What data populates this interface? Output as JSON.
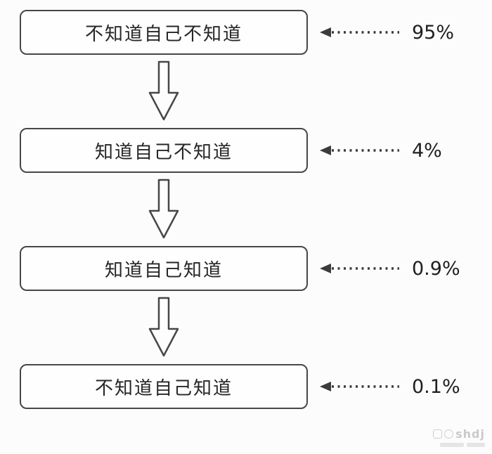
{
  "diagram": {
    "rows": [
      {
        "label": "不知道自己不知道",
        "percent": "95%"
      },
      {
        "label": "知道自己不知道",
        "percent": "4%"
      },
      {
        "label": "知道自己知道",
        "percent": "0.9%"
      },
      {
        "label": "不知道自己知道",
        "percent": "0.1%"
      }
    ]
  },
  "watermark": {
    "text": "shdj"
  },
  "colors": {
    "line": "#474747",
    "text": "#262626",
    "background": "#fcfcfc"
  }
}
